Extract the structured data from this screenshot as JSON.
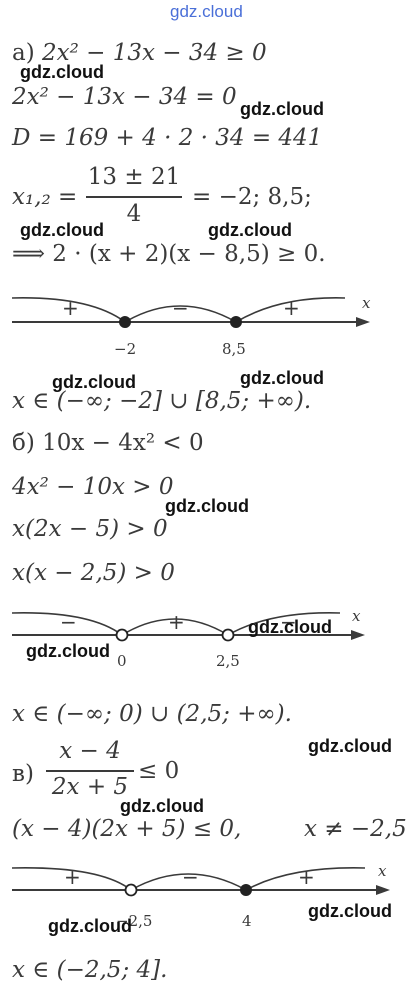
{
  "watermark": "gdz.cloud",
  "part_a": {
    "l1_label": "а) ",
    "l1": "2x² − 13x − 34 ≥ 0",
    "l2": "2x² − 13x − 34 = 0",
    "l3": "D = 169 + 4 · 2 · 34 = 441",
    "roots_lhs": "x₁,₂ =",
    "roots_num": "13 ± 21",
    "roots_den": "4",
    "roots_rhs": "= −2; 8,5;",
    "l5": "⟹ 2 · (x + 2)(x − 8,5) ≥ 0.",
    "axis_var": "x",
    "signs": [
      "+",
      "−",
      "+"
    ],
    "points": [
      "−2",
      "8,5"
    ],
    "answer": "x ∈ (−∞; −2] ∪ [8,5; +∞)."
  },
  "part_b": {
    "l1": "б) 10x − 4x² < 0",
    "l2": "4x² − 10x > 0",
    "l3": "x(2x − 5) > 0",
    "l4": "x(x − 2,5) > 0",
    "axis_var": "x",
    "signs": [
      "−",
      "+",
      "−"
    ],
    "points": [
      "0",
      "2,5"
    ],
    "answer": "x ∈ (−∞; 0) ∪ (2,5; +∞)."
  },
  "part_c": {
    "label": "в)",
    "frac_num": "x − 4",
    "frac_den": "2x + 5",
    "frac_rhs": "≤ 0",
    "l2": "(x − 4)(2x + 5) ≤ 0,",
    "l2_cond": "x ≠ −2,5",
    "axis_var": "x",
    "signs": [
      "+",
      "−",
      "+"
    ],
    "points": [
      "−2,5",
      "4"
    ],
    "answer": "x ∈ (−2,5; 4]."
  }
}
